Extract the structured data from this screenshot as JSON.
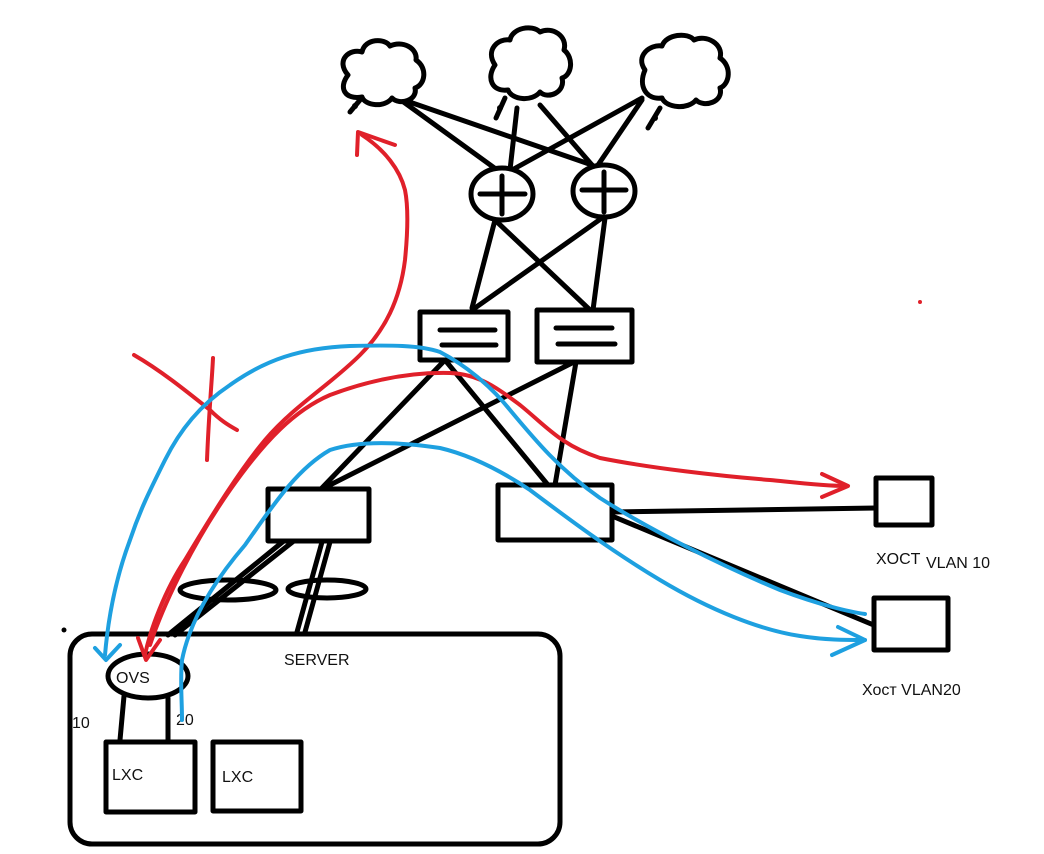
{
  "diagram": {
    "type": "network-topology-sketch",
    "clouds": [
      {
        "id": "cloud-1",
        "label": ""
      },
      {
        "id": "cloud-2",
        "label": ""
      },
      {
        "id": "cloud-3",
        "label": ""
      }
    ],
    "routers": [
      {
        "id": "router-1"
      },
      {
        "id": "router-2"
      }
    ],
    "core_switches": [
      {
        "id": "core-switch-1"
      },
      {
        "id": "core-switch-2"
      }
    ],
    "access_switches": [
      {
        "id": "access-switch-1"
      },
      {
        "id": "access-switch-2"
      }
    ],
    "server": {
      "label": "SERVER",
      "ovs_label": "OVS",
      "vlan_port_10": "10",
      "vlan_port_20": "20",
      "containers": [
        "LXC",
        "LXC"
      ]
    },
    "hosts": [
      {
        "id": "host-vlan10",
        "label_prefix": "XOCT",
        "label_suffix": "VLAN 10"
      },
      {
        "id": "host-vlan20",
        "label": "Хост VLAN20"
      }
    ],
    "paths": [
      {
        "color": "#e0202a",
        "meaning": "VLAN 10 traffic: OVS → internet cloud and → host VLAN 10"
      },
      {
        "color": "#1ea0e0",
        "meaning": "VLAN 20 traffic: OVS ↔ host VLAN 20"
      },
      {
        "color": "#e0202a",
        "meaning": "crossed-out marker (X)"
      }
    ],
    "colors": {
      "line": "#000000",
      "red_path": "#e0202a",
      "blue_path": "#1ea0e0",
      "background": "#ffffff"
    }
  }
}
